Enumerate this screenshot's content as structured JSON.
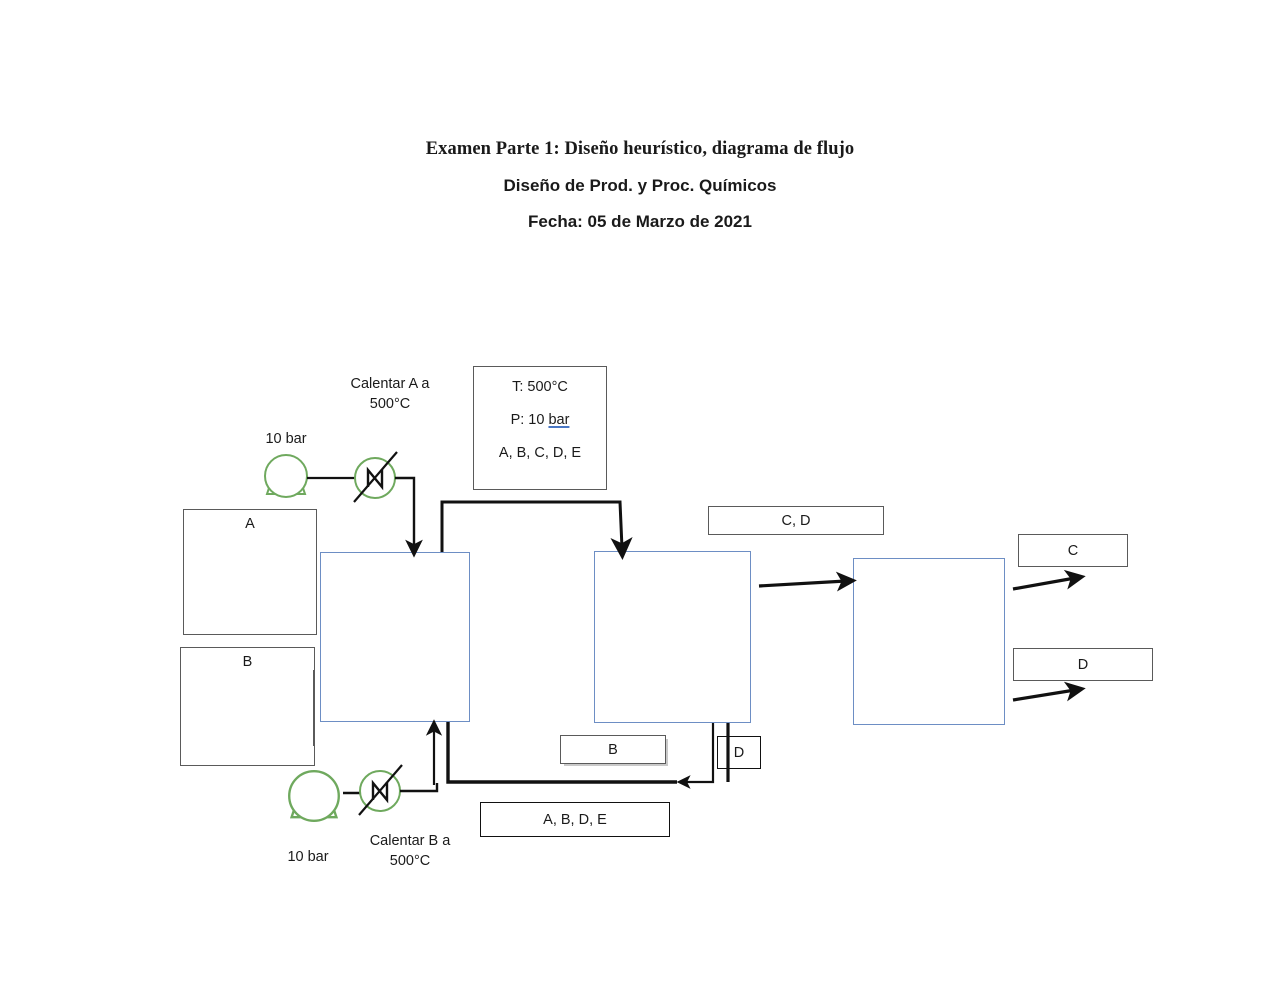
{
  "document": {
    "heading_line_1": "Examen Parte 1: Diseño heurístico, diagrama de flujo",
    "heading_line_2": "Diseño de Prod. y Proc. Químicos",
    "heading_line_3": "Fecha: 05 de Marzo de 2021"
  },
  "colors": {
    "blue_border": "#6d8ec4",
    "dark_border": "#5a5a5a",
    "black_line": "#111111",
    "green_equipment": "#6fa95e",
    "spellcheck_underline": "#4a77c4",
    "text": "#1a1a1a"
  },
  "diagram": {
    "type": "process-flow-diagram",
    "feed_tanks": [
      {
        "id": "tank-a",
        "label": "A"
      },
      {
        "id": "tank-b",
        "label": "B"
      }
    ],
    "pumps": [
      {
        "id": "pump-a",
        "pressure_label": "10 bar"
      },
      {
        "id": "pump-b",
        "pressure_label": "10 bar"
      }
    ],
    "heaters": [
      {
        "id": "heater-a",
        "caption": "Calentar A a\n500°C"
      },
      {
        "id": "heater-b",
        "caption": "Calentar B a\n500°C"
      }
    ],
    "condition_box": {
      "temperature": "T: 500°C",
      "pressure_prefix": "P: 10 ",
      "pressure_unit": "bar",
      "components": "A, B, C, D, E"
    },
    "units": [
      {
        "id": "reactor",
        "label": ""
      },
      {
        "id": "separator-1",
        "label": ""
      },
      {
        "id": "separator-2",
        "label": ""
      }
    ],
    "stream_labels": [
      {
        "id": "stream-cd",
        "label": "C, D"
      },
      {
        "id": "stream-b-recycle",
        "label": "B"
      },
      {
        "id": "stream-d",
        "label": "D"
      },
      {
        "id": "stream-abde",
        "label": "A, B, D, E"
      }
    ],
    "products": [
      {
        "id": "product-c",
        "label": "C"
      },
      {
        "id": "product-d",
        "label": "D"
      }
    ]
  }
}
